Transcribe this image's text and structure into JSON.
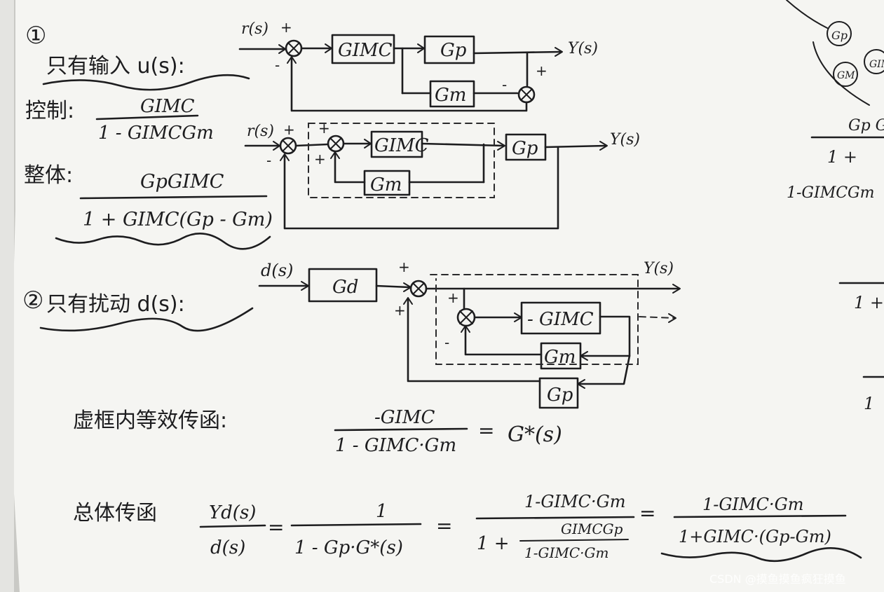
{
  "watermark": "CSDN @摸鱼摸鱼疯狂摸鱼",
  "part1": {
    "number": "①",
    "heading": "只有输入 u(s):",
    "loop_label": "控制:",
    "loop_num": "GIMC",
    "loop_den": "1 - GIMCGm",
    "overall_label": "整体:",
    "overall_num": "GpGIMC",
    "overall_den": "1 + GIMC(Gp - Gm)",
    "diagram_a": {
      "input": "r(s)",
      "output": "Y(s)",
      "blocks": [
        "GIMC",
        "Gp",
        "Gm"
      ],
      "signs": [
        "+",
        "-",
        "+",
        "-"
      ]
    },
    "diagram_b": {
      "input": "r(s)",
      "output": "Y(s)",
      "blocks": [
        "GIMC",
        "Gm",
        "Gp"
      ],
      "signs": [
        "+",
        "-",
        "+",
        "+"
      ]
    }
  },
  "part2": {
    "number": "②",
    "heading": "只有扰动 d(s):",
    "diagram": {
      "input": "d(s)",
      "output": "Y(s)",
      "blocks": [
        "Gd",
        "- GIMC",
        "Gm",
        "Gp"
      ],
      "signs": [
        "+",
        "+",
        "+",
        "-"
      ]
    },
    "equiv_label": "虚框内等效传函:",
    "equiv_num": "-GIMC",
    "equiv_den": "1 - GIMC·Gm",
    "equiv_eq": "=",
    "equiv_result": "G*(s)",
    "total_label": "总体传函",
    "total_lhs_num": "Yd(s)",
    "total_lhs_den": "d(s)",
    "eq1": "=",
    "t1_num": "1",
    "t1_den": "1 - Gp·G*(s)",
    "eq2": "=",
    "t2_num": "1-GIMC·Gm",
    "t2_den_a": "1 +",
    "t2_den_inner_num": "GIMCGp",
    "t2_den_inner_den": "1-GIMC·Gm",
    "eq3": "=",
    "t3_num": "1-GIMC·Gm",
    "t3_den": "1+GIMC·(Gp-Gm)"
  },
  "edge_fragments": [
    "Gp",
    "GIM",
    "GM",
    "Gp G",
    "1 +",
    "1-GIMCGm",
    "1 +",
    "1"
  ]
}
